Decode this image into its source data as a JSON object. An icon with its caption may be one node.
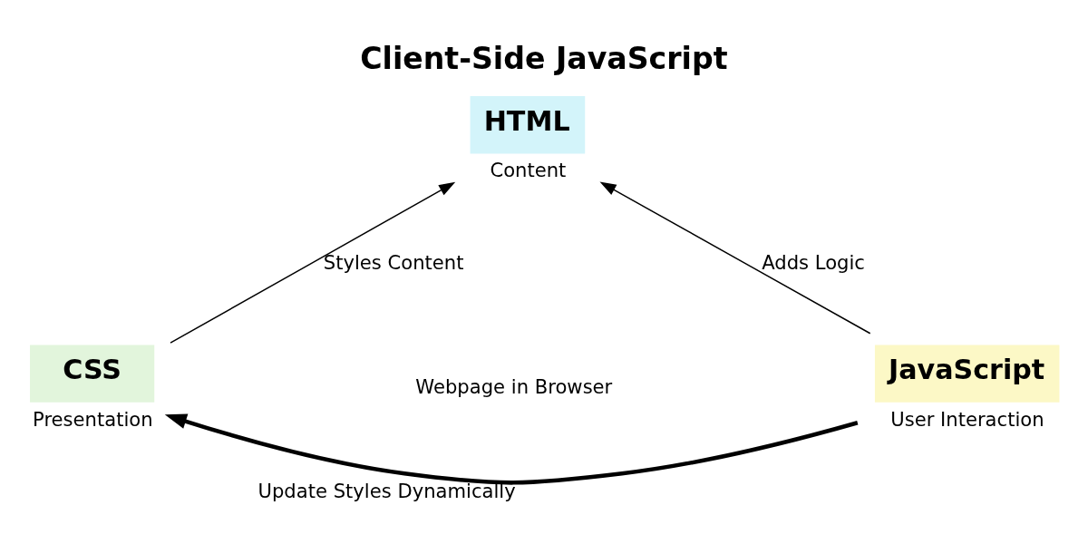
{
  "diagram": {
    "title": "Client-Side JavaScript",
    "nodes": [
      {
        "text": [
          "HTML"
        ],
        "beside": [
          "Content"
        ]
      },
      {
        "text": [
          "CSS"
        ],
        "beside": [
          "Presentation"
        ]
      },
      {
        "text": [
          "JavaScript"
        ],
        "beside": [
          "User Interaction"
        ]
      }
    ],
    "edges": [
      {
        "from": 1,
        "to": 0,
        "arrow": "to",
        "label": "Styles Content"
      },
      {
        "from": 2,
        "to": 0,
        "arrow": "to",
        "label": "Adds Logic"
      },
      {
        "from": 2,
        "to": 1,
        "arrow": "to",
        "label": "Update Styles Dynamically",
        "style": "thick"
      }
    ],
    "labels": [
      "Webpage in Browser"
    ]
  }
}
